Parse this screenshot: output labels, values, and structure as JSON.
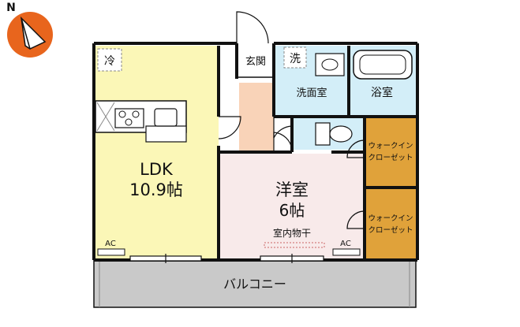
{
  "compass": {
    "direction_label": "N"
  },
  "rooms": {
    "ldk": {
      "name": "LDK",
      "size": "10.9帖"
    },
    "western": {
      "name": "洋室",
      "size": "6帖",
      "note": "室内物干"
    },
    "entrance": {
      "name": "玄関"
    },
    "washroom": {
      "name": "洗面室"
    },
    "bath": {
      "name": "浴室"
    },
    "wic_top": {
      "line1": "ウォークイン",
      "line2": "クローゼット"
    },
    "wic_bottom": {
      "line1": "ウォークイン",
      "line2": "クローゼット"
    },
    "balcony": {
      "name": "バルコニー"
    }
  },
  "symbols": {
    "fridge": "冷",
    "washer": "洗",
    "ac_ldk": "AC",
    "ac_western": "AC"
  },
  "colors": {
    "ldk_fill": "#fbf7b7",
    "western_fill": "#f8eaea",
    "water_fill": "#d3eef8",
    "entrance_fill": "#f9d3b8",
    "wic_fill": "#e0a23a",
    "balcony_fill": "#c9c9c9",
    "wall": "#111111",
    "compass_orange": "#e8651d"
  }
}
